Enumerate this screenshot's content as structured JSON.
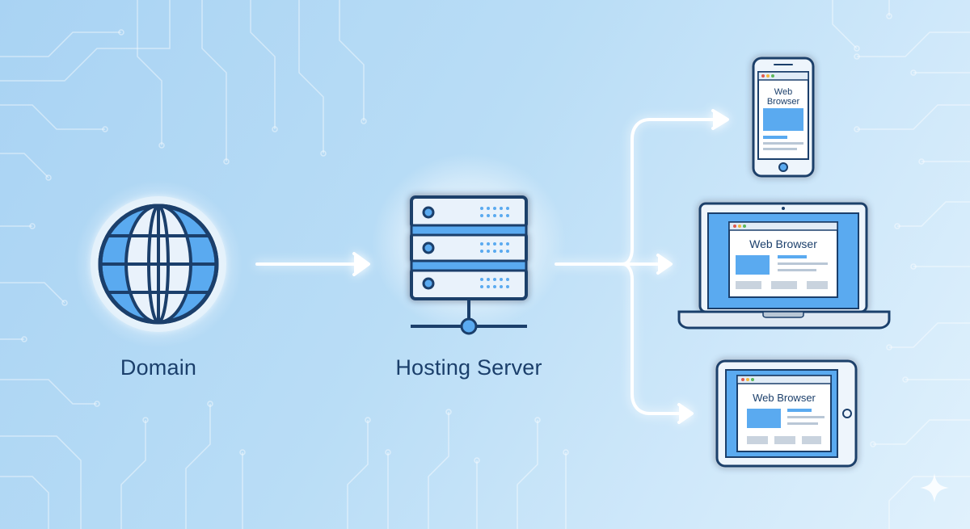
{
  "diagram": {
    "domain_label": "Domain",
    "server_label": "Hosting Server",
    "phone_browser_line1": "Web",
    "phone_browser_line2": "Browser",
    "laptop_browser_label": "Web Browser",
    "tablet_browser_label": "Web Browser"
  },
  "colors": {
    "background": "#b6dbf6",
    "navy_outline": "#1b3f6b",
    "accent_blue": "#5aaaf0",
    "glow": "#ffffff"
  },
  "icons": [
    "globe-icon",
    "server-icon",
    "smartphone-icon",
    "laptop-icon",
    "tablet-icon",
    "sparkle-icon"
  ]
}
